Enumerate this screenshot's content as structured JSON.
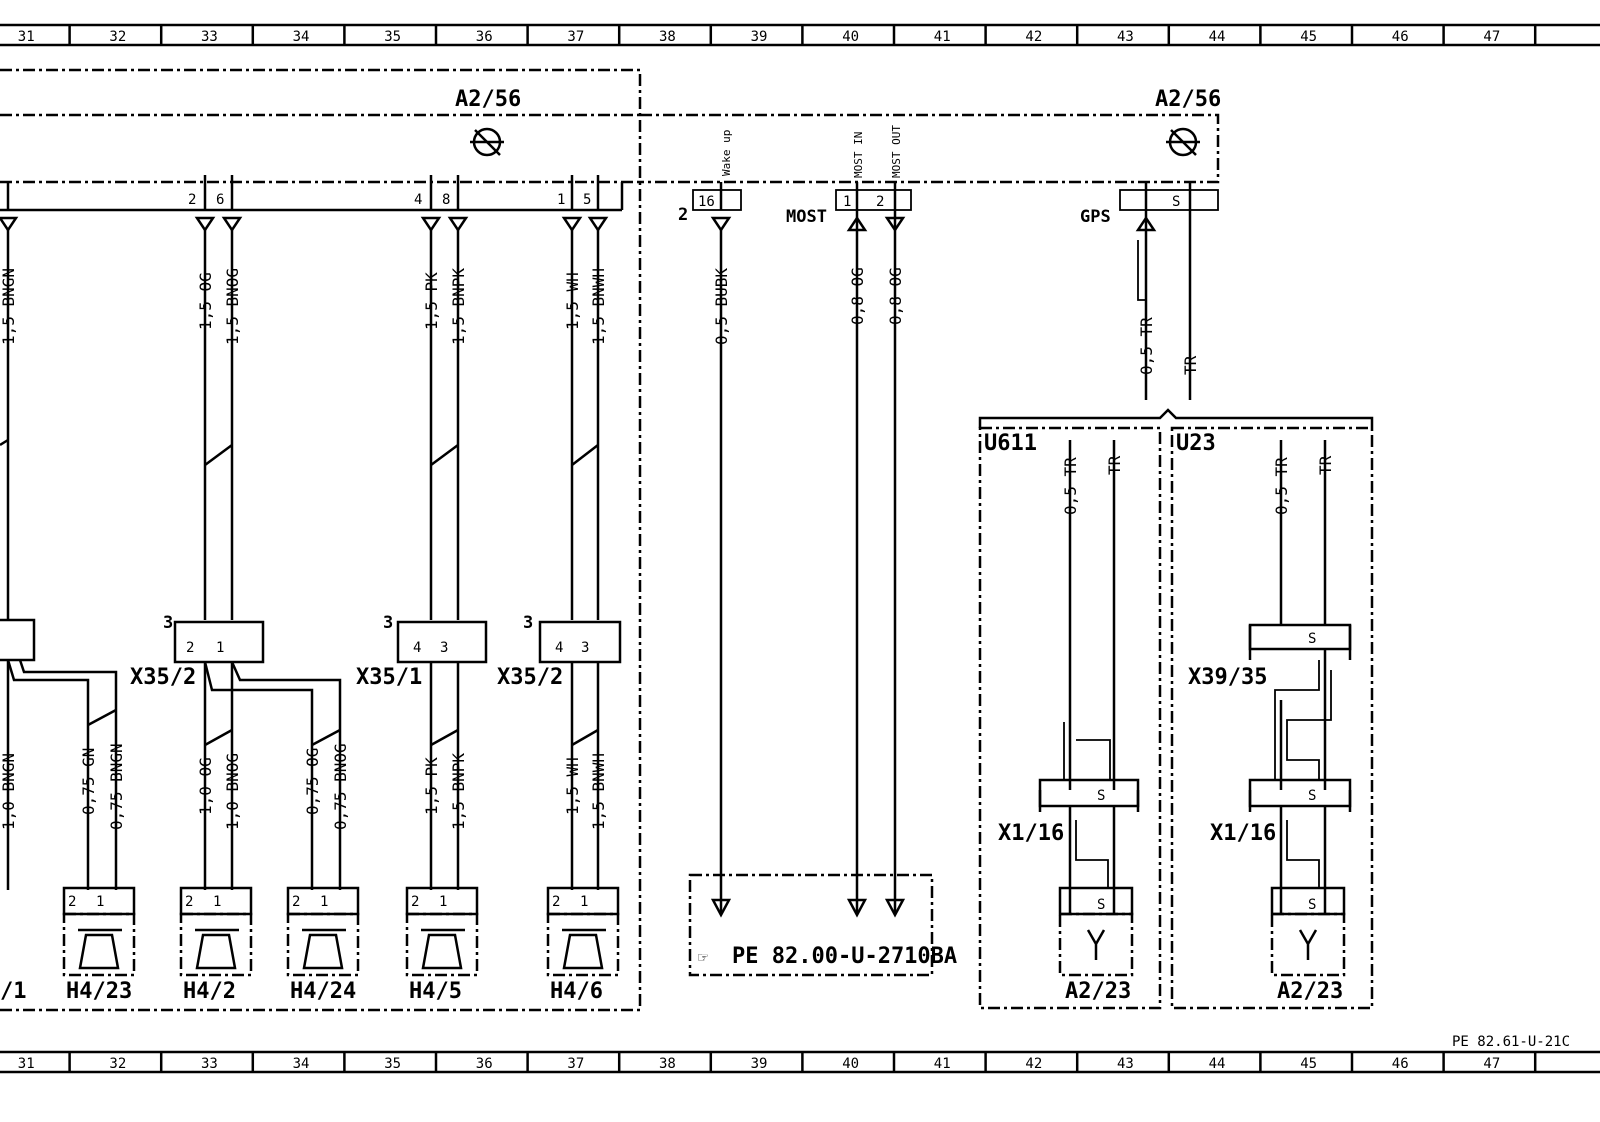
{
  "grid": {
    "columns": [
      "31",
      "32",
      "33",
      "34",
      "35",
      "36",
      "37",
      "38",
      "39",
      "40",
      "41",
      "42",
      "43",
      "44",
      "45",
      "46",
      "47"
    ]
  },
  "drawing_code": "PE 82.61-U-21C",
  "modules": {
    "left_control": "A2/56",
    "right_control": "A2/56",
    "u611": "U611",
    "u23": "U23"
  },
  "signals": {
    "wake_up": "Wake up",
    "most_in": "MOST IN",
    "most_out": "MOST OUT",
    "most": "MOST",
    "gps": "GPS"
  },
  "pins": {
    "wake": "16",
    "most1": "1",
    "most2": "2",
    "p_2a": "2",
    "p_6": "6",
    "p_4a": "4",
    "p_8": "8",
    "p_1a": "1",
    "p_5": "5"
  },
  "numbers": {
    "n2": "2",
    "n3a": "3",
    "n3b": "3",
    "n3c": "3"
  },
  "connectors": {
    "x35_2a": "X35/2",
    "x35_1": "X35/1",
    "x35_2b": "X35/2",
    "x39_35": "X39/35",
    "x1_16a": "X1/16",
    "x1_16b": "X1/16"
  },
  "connector_pins": {
    "c1": [
      "2",
      "1"
    ],
    "c2": [
      "4",
      "3"
    ],
    "c3": [
      "4",
      "3"
    ]
  },
  "speakers": [
    "H4/23",
    "H4/2",
    "H4/24",
    "H4/5",
    "H4/6"
  ],
  "speaker_pins": [
    "2",
    "1"
  ],
  "speaker_partial": "/1",
  "antennas": [
    "A2/23",
    "A2/23"
  ],
  "reference": "PE 82.00-U-2710BA",
  "wires": {
    "w31": "1,5 BNGN",
    "w33a": "1,5 OG",
    "w33b": "1,5 BNOG",
    "w36a": "1,5 PK",
    "w36b": "1,5 BNPK",
    "w37a": "1,5 WH",
    "w37b": "1,5 BNWH",
    "w39": "0,5 BUBK",
    "w40a": "0,8 OG",
    "w40b": "0,8 OG",
    "w44a": "0,5 TR",
    "w44b": "TR",
    "u611a": "0,5 TR",
    "u611b": "TR",
    "u23a": "0,5 TR",
    "u23b": "TR",
    "l31": "1,0 BNGN",
    "l32a": "0,75 GN",
    "l32b": "0,75 BNGN",
    "l33a": "1,0 OG",
    "l33b": "1,0 BNOG",
    "l34a": "0,75 OG",
    "l34b": "0,75 BNOG",
    "l36a": "1,5 PK",
    "l36b": "1,5 BNPK",
    "l37a": "1,5 WH",
    "l37b": "1,5 BNWH"
  },
  "shield": "S"
}
